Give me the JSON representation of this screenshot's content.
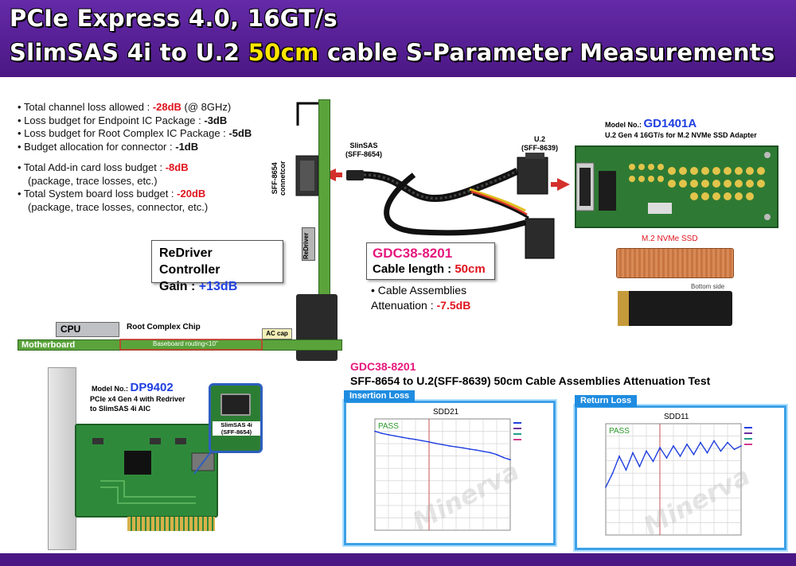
{
  "header": {
    "title_line1": "PCIe Express 4.0, 16GT/s",
    "title_line2_pre": "SlimSAS 4i to U.2 ",
    "title_line2_highlight": "50cm",
    "title_line2_post": " cable S-Parameter Measurements"
  },
  "bullets": {
    "b1_pre": "• Total channel loss allowed : ",
    "b1_val": "-28dB",
    "b1_post": " (@ 8GHz)",
    "b2_pre": "• Loss budget for Endpoint IC Package : ",
    "b2_val": "-3dB",
    "b3_pre": "• Loss budget for Root Complex IC Package : ",
    "b3_val": "-5dB",
    "b4_pre": "• Budget allocation for connector : ",
    "b4_val": "-1dB",
    "b5_pre": "• Total Add-in card loss budget : ",
    "b5_val": "-8dB",
    "b5_note": "(package, trace losses, etc.)",
    "b6_pre": "• Total System board loss budget : ",
    "b6_val": "-20dB",
    "b6_note": "(package, trace losses, connector, etc.)"
  },
  "redriver": {
    "line1": "ReDriver Controller",
    "gain_label": "Gain : ",
    "gain_value": "+13dB",
    "chip_label": "ReDriver"
  },
  "cable": {
    "model": "GDC38-8201",
    "length_label": "Cable length : ",
    "length_value": "50cm",
    "attn_line1": "• Cable Assemblies",
    "attn_label": "Attenuation : ",
    "attn_value": "-7.5dB"
  },
  "labels": {
    "sff_connector_1": "SFF-8654",
    "sff_connector_2": "connetcor",
    "slimsas_1": "SlinSAS",
    "slimsas_2": "(SFF-8654)",
    "u2_1": "U.2",
    "u2_2": "(SFF-8639)",
    "motherboard": "Motherboard",
    "baseboard": "Baseboard routing<10\"",
    "cpu": "CPU",
    "root_complex": "Root Complex Chip",
    "ac_cap": "AC cap"
  },
  "gd1401a": {
    "model_prefix": "Model No.: ",
    "model": "GD1401A",
    "subtitle": "U.2 Gen 4 16GT/s for M.2 NVMe SSD Adapter",
    "ssd_label": "M.2 NVMe SSD",
    "bottom_side": "Bottom side"
  },
  "dp9402": {
    "model_prefix": "Model No.: ",
    "model": "DP9402",
    "sub1": "PCIe x4 Gen 4 with Redriver",
    "sub2": "to SlimSAS 4i AIC",
    "zoom_1": "SlimSAS 4i",
    "zoom_2": "(SFF-8654)"
  },
  "measurement": {
    "title1": "GDC38-8201",
    "title2": "SFF-8654 to U.2(SFF-8639) 50cm Cable Assemblies Attenuation Test",
    "watermark": "Minerva"
  },
  "chart_data": [
    {
      "type": "line",
      "panel_label": "Insertion Loss",
      "title": "SDD21",
      "annotation": "PASS",
      "x": [
        0,
        1,
        2,
        3,
        4,
        5,
        6,
        7,
        8,
        9,
        10,
        11,
        12,
        13,
        14,
        15,
        16,
        17,
        18,
        19,
        20
      ],
      "series": [
        {
          "values": [
            0,
            -0.8,
            -1.4,
            -1.9,
            -2.4,
            -2.9,
            -3.3,
            -3.8,
            -4.3,
            -4.9,
            -5.4,
            -5.9,
            -6.3,
            -6.7,
            -7.2,
            -7.6,
            -8.1,
            -8.6,
            -9.4,
            -10.6,
            -11.5
          ]
        }
      ],
      "ylim": [
        -40,
        5
      ],
      "xlim": [
        0,
        20
      ],
      "grid": true,
      "legend": "right"
    },
    {
      "type": "line",
      "panel_label": "Return Loss",
      "title": "SDD11",
      "annotation": "PASS",
      "x": [
        0,
        1,
        2,
        3,
        4,
        5,
        6,
        7,
        8,
        9,
        10,
        11,
        12,
        13,
        14,
        15,
        16,
        17,
        18,
        19,
        20
      ],
      "series": [
        {
          "values": [
            -32,
            -24,
            -14,
            -22,
            -12,
            -20,
            -11,
            -17,
            -9,
            -15,
            -8,
            -14,
            -7,
            -13,
            -6,
            -12,
            -5,
            -11,
            -6,
            -10,
            -8
          ]
        }
      ],
      "ylim": [
        -60,
        5
      ],
      "xlim": [
        0,
        20
      ],
      "grid": true,
      "legend": "right"
    }
  ]
}
